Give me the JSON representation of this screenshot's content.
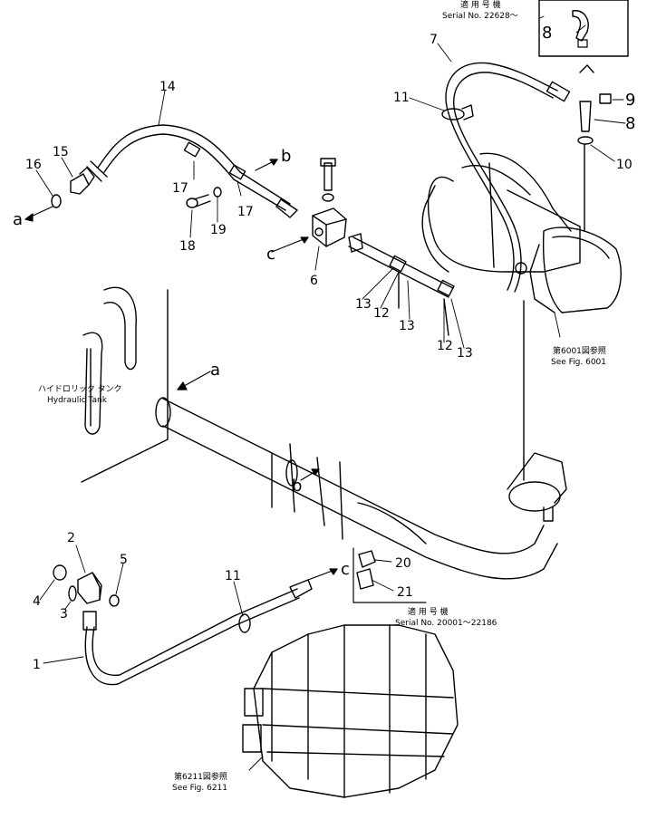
{
  "callouts": {
    "n1": "1",
    "n2": "2",
    "n3": "3",
    "n4": "4",
    "n5": "5",
    "n6": "6",
    "n7": "7",
    "n8a": "8",
    "n8b": "8",
    "n9": "9",
    "n10": "10",
    "n11a": "11",
    "n11b": "11",
    "n12a": "12",
    "n12b": "12",
    "n13a": "13",
    "n13b": "13",
    "n13c": "13",
    "n14": "14",
    "n15": "15",
    "n16": "16",
    "n17a": "17",
    "n17b": "17",
    "n18": "18",
    "n19": "19",
    "n20": "20",
    "n21": "21"
  },
  "connection_letters": {
    "a_left": "a",
    "a_tank": "a",
    "b_upper": "b",
    "b_lower": "b",
    "c_mid": "c",
    "c_lower": "c"
  },
  "notes": {
    "serial_top_jp": "適 用 号 機",
    "serial_top": "Serial No. 22628～",
    "serial_mid_jp": "適 用 号 機",
    "serial_mid": "Serial No. 20001～22186",
    "tank_jp": "ハイドロリック タンク",
    "tank_en": "Hydraulic Tank",
    "fig6001_jp": "第6001図参照",
    "fig6001_en": "See Fig. 6001",
    "fig6211_jp": "第6211図参照",
    "fig6211_en": "See Fig. 6211"
  }
}
